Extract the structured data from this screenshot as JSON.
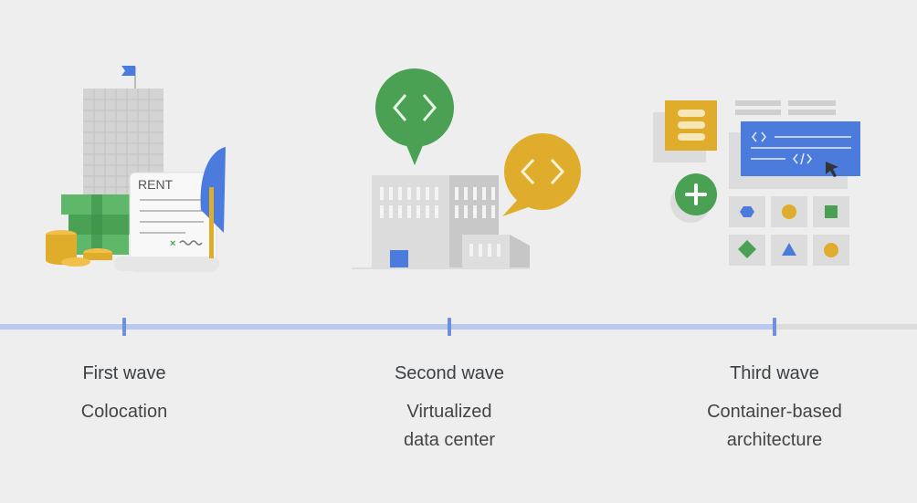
{
  "waves": [
    {
      "title": "First wave",
      "subtitle_lines": [
        "Colocation"
      ],
      "illustration": "building-rent-money-icon",
      "doc_label": "RENT"
    },
    {
      "title": "Second wave",
      "subtitle_lines": [
        "Virtualized",
        "data center"
      ],
      "illustration": "datacenter-code-bubbles-icon"
    },
    {
      "title": "Third wave",
      "subtitle_lines": [
        "Container-based",
        "architecture"
      ],
      "illustration": "container-ui-components-icon"
    }
  ],
  "colors": {
    "blue": "#4a7bdd",
    "green": "#4aa154",
    "yellow": "#e0ac2b",
    "track": "#b8c8ee",
    "track_rest": "#dcdcdc"
  },
  "timeline_progress_fraction": 0.85
}
